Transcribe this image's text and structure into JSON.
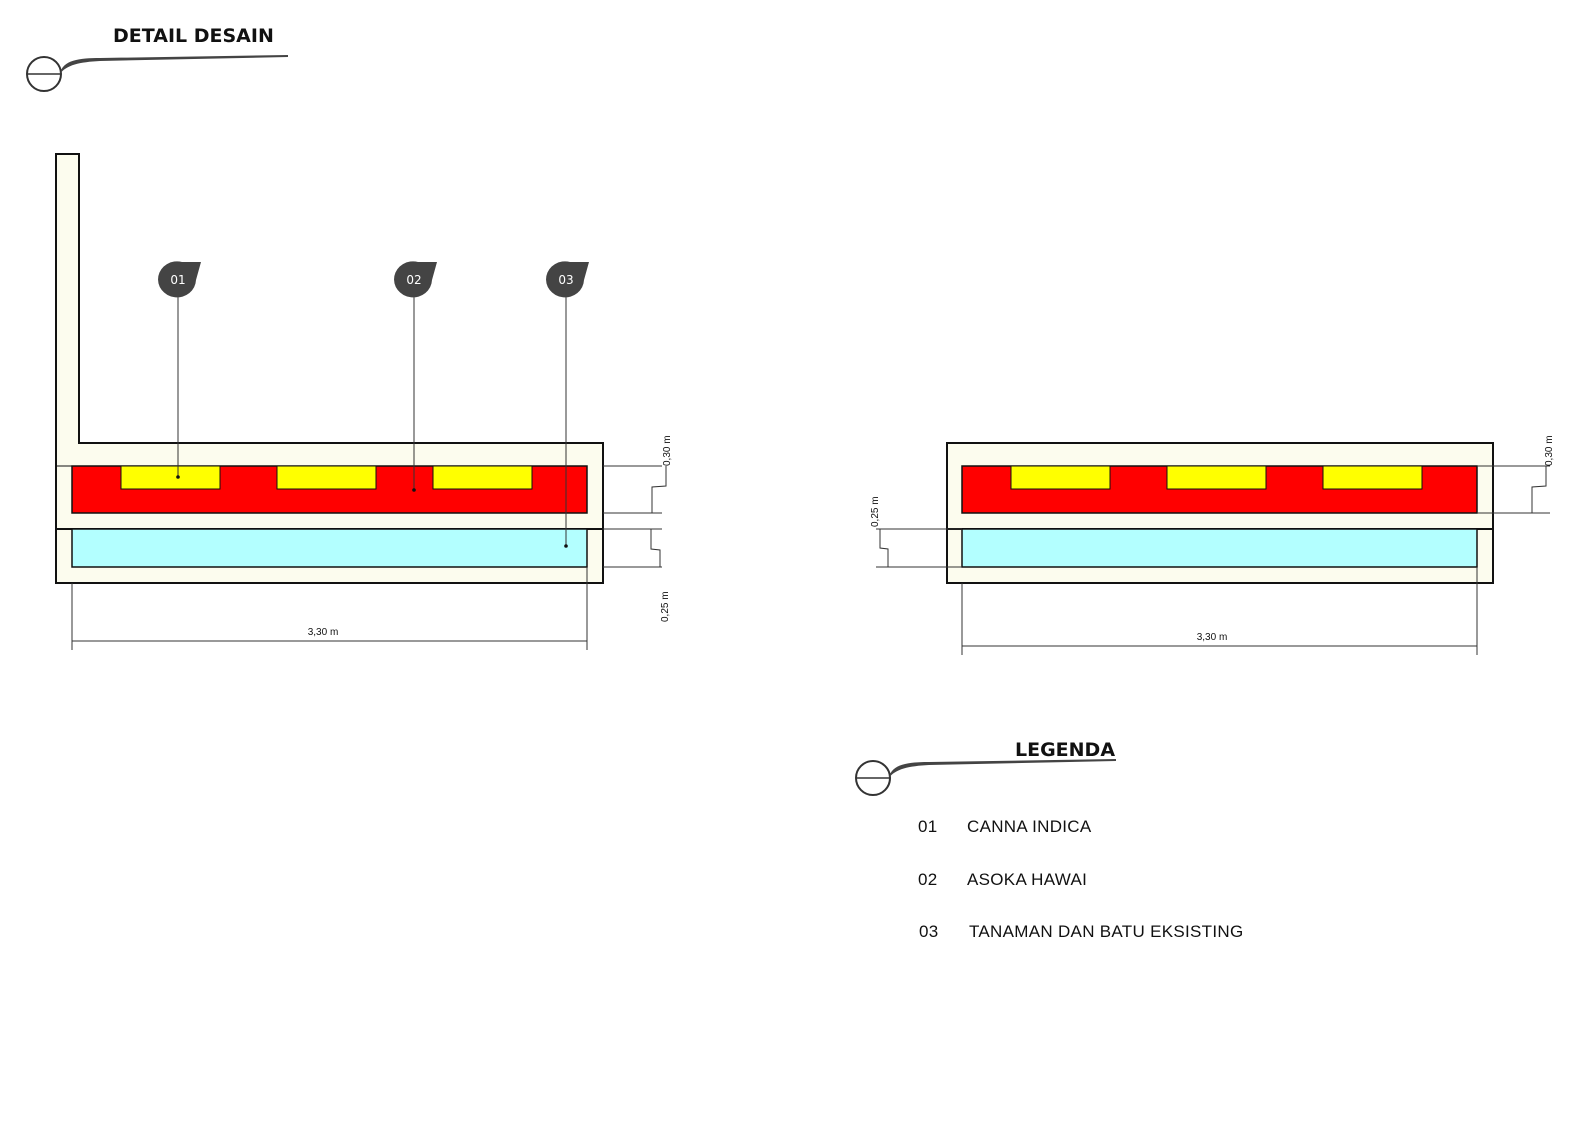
{
  "headings": {
    "detail": "DETAIL DESAIN",
    "legend": "LEGENDA"
  },
  "markers": [
    "01",
    "02",
    "03"
  ],
  "dimensions": {
    "width": "3,30 m",
    "upper_depth": "0,30 m",
    "lower_depth": "0,25 m"
  },
  "legend": {
    "items": [
      {
        "code": "01",
        "label": "CANNA INDICA"
      },
      {
        "code": "02",
        "label": "ASOKA HAWAI"
      },
      {
        "code": "03",
        "label": "TANAMAN DAN BATU EKSISTING"
      }
    ]
  },
  "colors": {
    "planter_frame": "#fcfcee",
    "red_bed": "#ff0000",
    "plant_block": "#ffff00",
    "water_bed": "#b3ffff",
    "marker": "#444444",
    "outline": "#111111"
  }
}
